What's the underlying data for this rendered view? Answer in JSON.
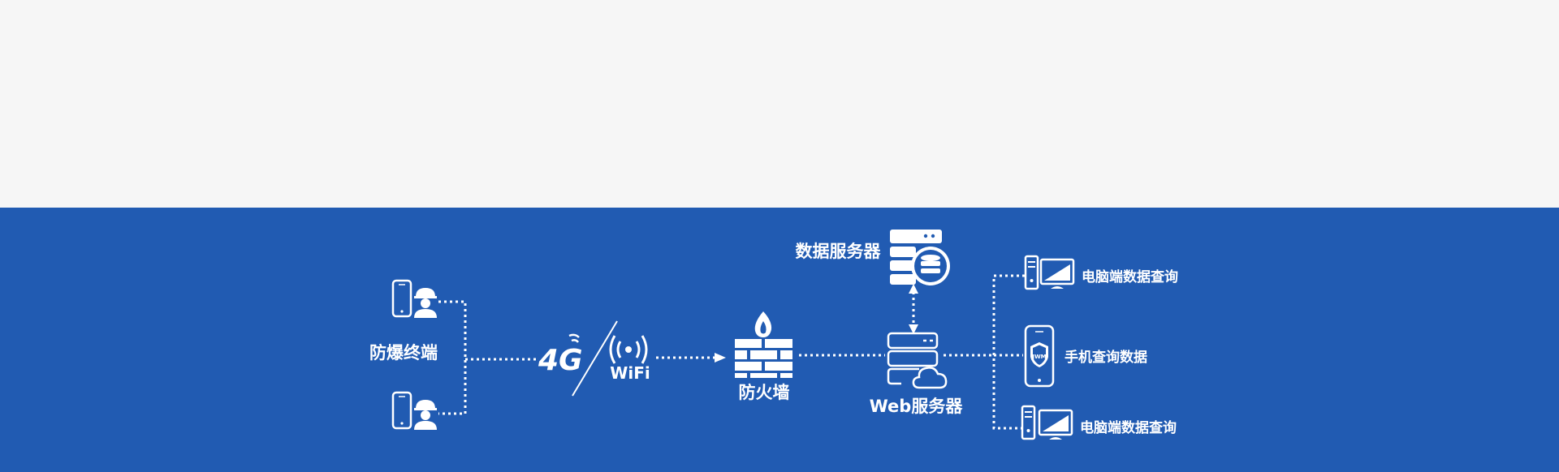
{
  "diagram": {
    "terminal_label": "防爆终端",
    "network_4g": "4G",
    "network_wifi": "WiFi",
    "firewall_label": "防火墙",
    "db_server_label": "数据服务器",
    "web_server_label": "Web服务器",
    "pc_query_top": "电脑端数据查询",
    "mobile_query": "手机查询数据",
    "pc_query_bottom": "电脑端数据查询",
    "app_logo_text": "JWM"
  },
  "colors": {
    "band": "#215bb2",
    "top_background": "#f6f6f6",
    "foreground": "#ffffff"
  },
  "icons": {
    "terminal": [
      "phone-icon",
      "worker-icon"
    ],
    "network": [
      "signal-icon",
      "wifi-icon"
    ],
    "firewall": "firewall-icon",
    "db_server": "database-server-icon",
    "web_server": "web-server-icon",
    "pc": [
      "desktop-computer-icon"
    ],
    "mobile": "mobile-phone-icon"
  }
}
